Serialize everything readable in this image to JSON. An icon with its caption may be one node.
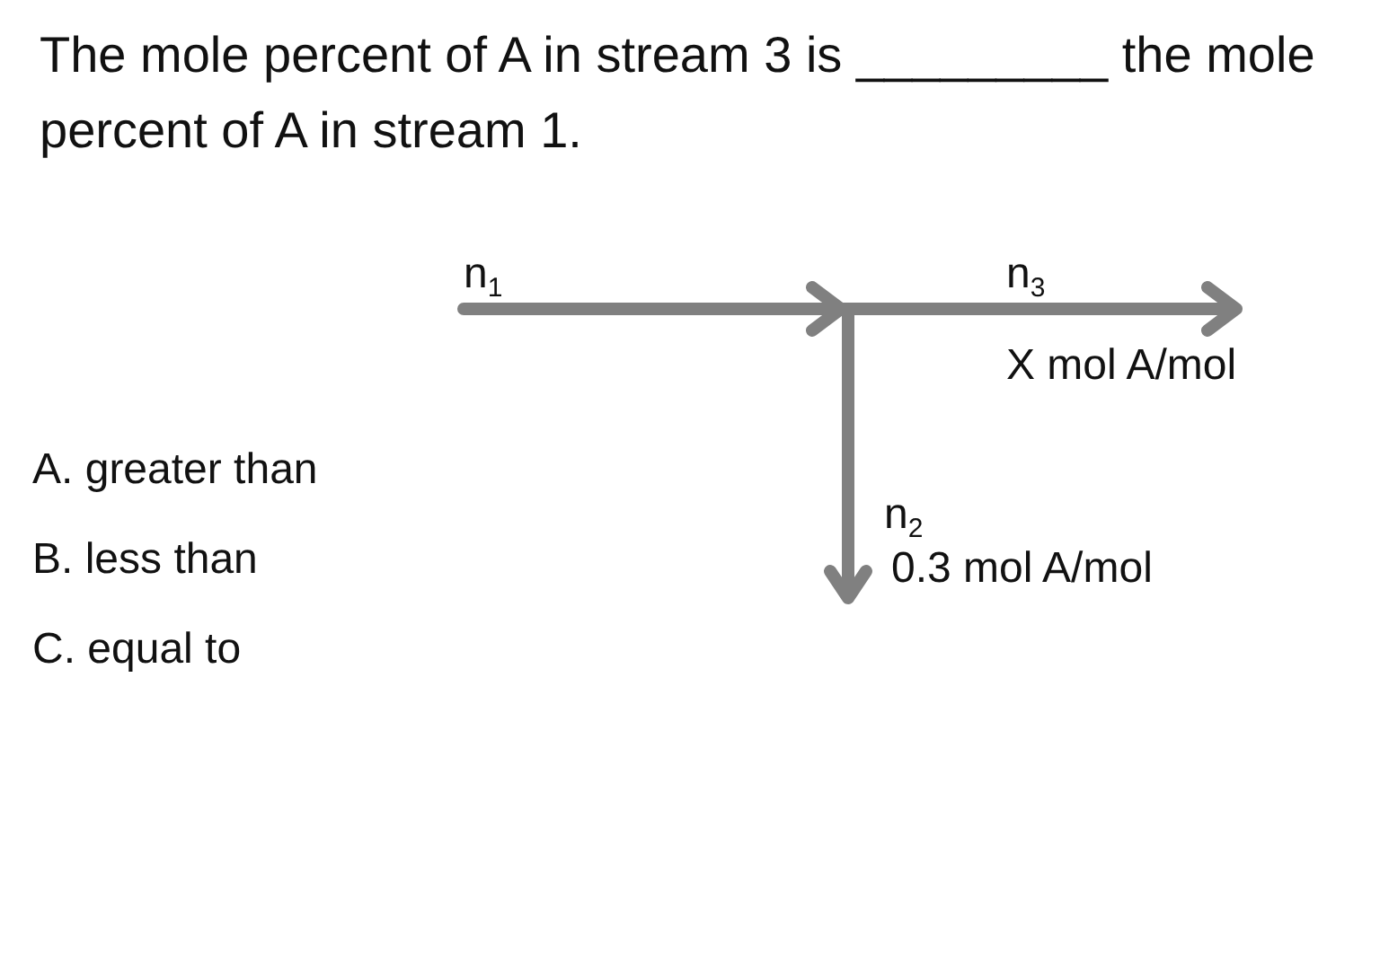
{
  "diagram": {
    "title": "The mole percent of A in stream 3 is _________ the mole percent of A in stream 1.",
    "labels": [
      "n$_{1}$",
      "n$_{3}$",
      "X mol A/mol",
      "A. greater than",
      "n$_{2}$",
      "B. less than",
      "0.3 mol A/mol",
      "C. equal to"
    ]
  }
}
